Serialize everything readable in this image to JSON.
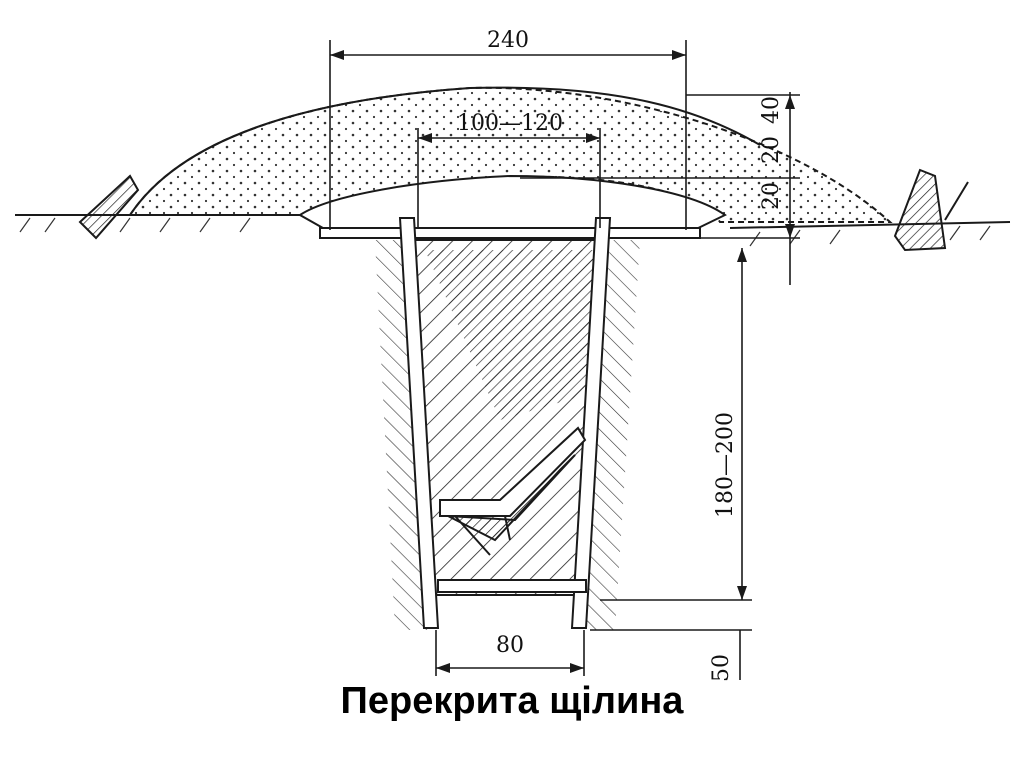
{
  "diagram": {
    "caption": "Перекрита щілина",
    "dimensions": {
      "top_width": "240",
      "cover_width": "100—120",
      "right_top": "40",
      "right_mid": "20",
      "right_low": "20",
      "depth": "180—200",
      "bottom_width": "80",
      "bottom_offset": "50"
    },
    "colors": {
      "ink": "#1a1a1a",
      "paper": "#ffffff"
    }
  }
}
